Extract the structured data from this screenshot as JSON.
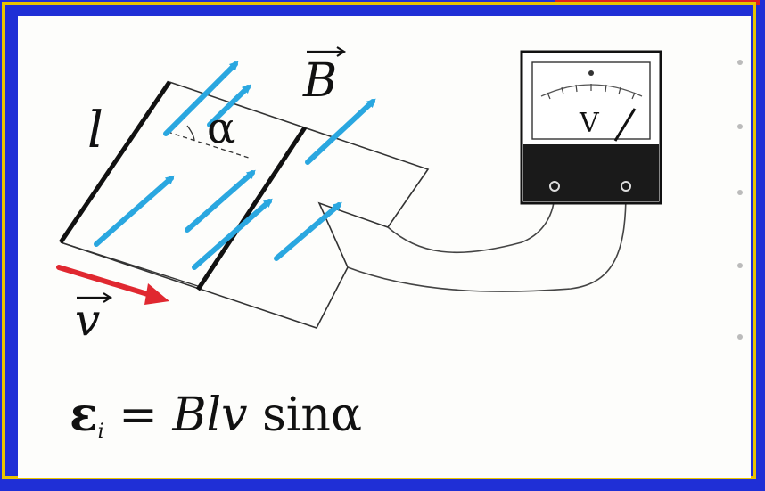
{
  "labels": {
    "length": "l",
    "angle": "α",
    "field": "B",
    "velocity": "v",
    "meter": "V"
  },
  "formula": {
    "emf_symbol": "ε",
    "subscript": "i",
    "equals": "=",
    "product": "Blv",
    "trig": "sinα"
  },
  "colors": {
    "field_arrows": "#2aa7e0",
    "velocity_arrow": "#e02830",
    "frame_gold": "#e8c400",
    "background_blue": "#1f2fd6"
  }
}
